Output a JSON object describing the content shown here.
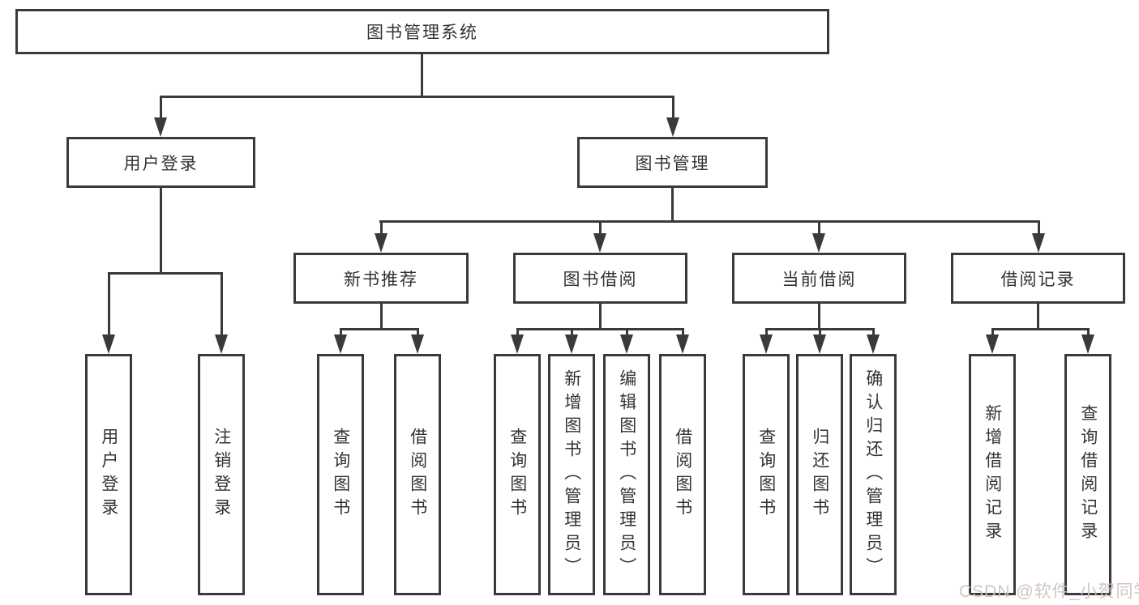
{
  "tree": {
    "root": {
      "label": "图书管理系统",
      "children": [
        {
          "label": "用户登录",
          "children": [
            {
              "label": "用户登录"
            },
            {
              "label": "注销登录"
            }
          ]
        },
        {
          "label": "图书管理",
          "children": [
            {
              "label": "新书推荐",
              "children": [
                {
                  "label": "查询图书"
                },
                {
                  "label": "借阅图书"
                }
              ]
            },
            {
              "label": "图书借阅",
              "children": [
                {
                  "label": "查询图书"
                },
                {
                  "label": "新增图书（管理员）"
                },
                {
                  "label": "编辑图书（管理员）"
                },
                {
                  "label": "借阅图书"
                }
              ]
            },
            {
              "label": "当前借阅",
              "children": [
                {
                  "label": "查询图书"
                },
                {
                  "label": "归还图书"
                },
                {
                  "label": "确认归还（管理员）"
                }
              ]
            },
            {
              "label": "借阅记录",
              "children": [
                {
                  "label": "新增借阅记录"
                },
                {
                  "label": "查询借阅记录"
                }
              ]
            }
          ]
        }
      ]
    }
  },
  "watermark": {
    "text": "CSDN @软件_小贺同学"
  },
  "colors": {
    "line": "#3a3a3a",
    "text": "#333333",
    "background": "#ffffff",
    "watermark": "#d0c2c2"
  }
}
